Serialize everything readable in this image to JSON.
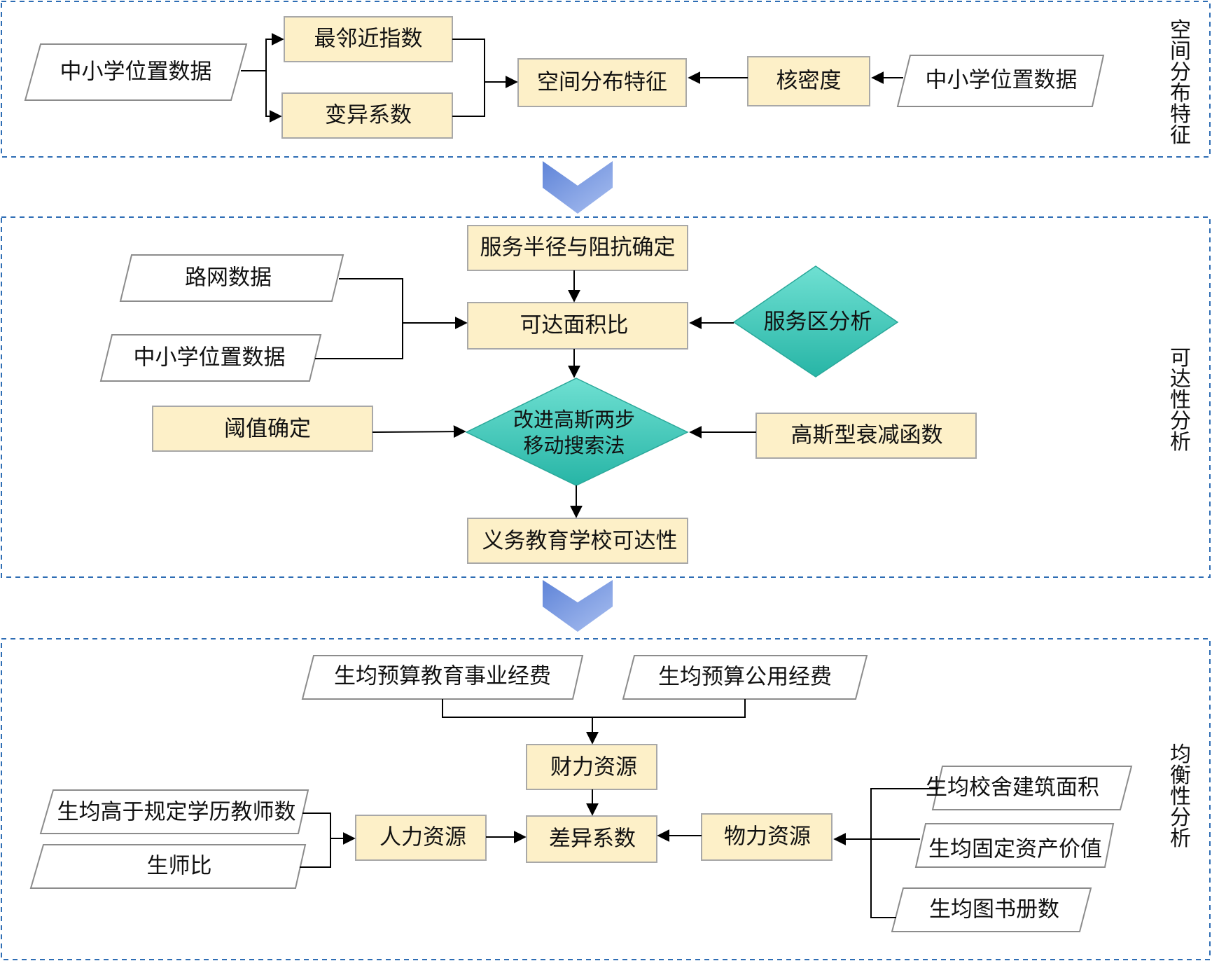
{
  "sections": {
    "spatial": {
      "title": "空间分布特征",
      "input_left": "中小学位置数据",
      "nearest_neighbor": "最邻近指数",
      "cv": "变异系数",
      "result": "空间分布特征",
      "kde": "核密度",
      "input_right": "中小学位置数据"
    },
    "access": {
      "title": "可达性分析",
      "service_radius": "服务半径与阻抗确定",
      "road_data": "路网数据",
      "school_data": "中小学位置数据",
      "area_ratio": "可达面积比",
      "service_area": "服务区分析",
      "threshold": "阈值确定",
      "method_line1": "改进高斯两步",
      "method_line2": "移动搜索法",
      "decay": "高斯型衰减函数",
      "result": "义务教育学校可达性"
    },
    "balance": {
      "title": "均衡性分析",
      "budget_edu": "生均预算教育事业经费",
      "budget_public": "生均预算公用经费",
      "financial": "财力资源",
      "teachers_qualified": "生均高于规定学历教师数",
      "student_teacher_ratio": "生师比",
      "human": "人力资源",
      "cv": "差异系数",
      "material": "物力资源",
      "building_area": "生均校舍建筑面积",
      "fixed_assets": "生均固定资产价值",
      "books": "生均图书册数"
    }
  },
  "colors": {
    "box_fill": "#fdf0c8",
    "frame": "#2e6db4",
    "diamond_top": "#6fe0d2",
    "diamond_bottom": "#27b5a6",
    "chevron": "#7f9ee0"
  }
}
